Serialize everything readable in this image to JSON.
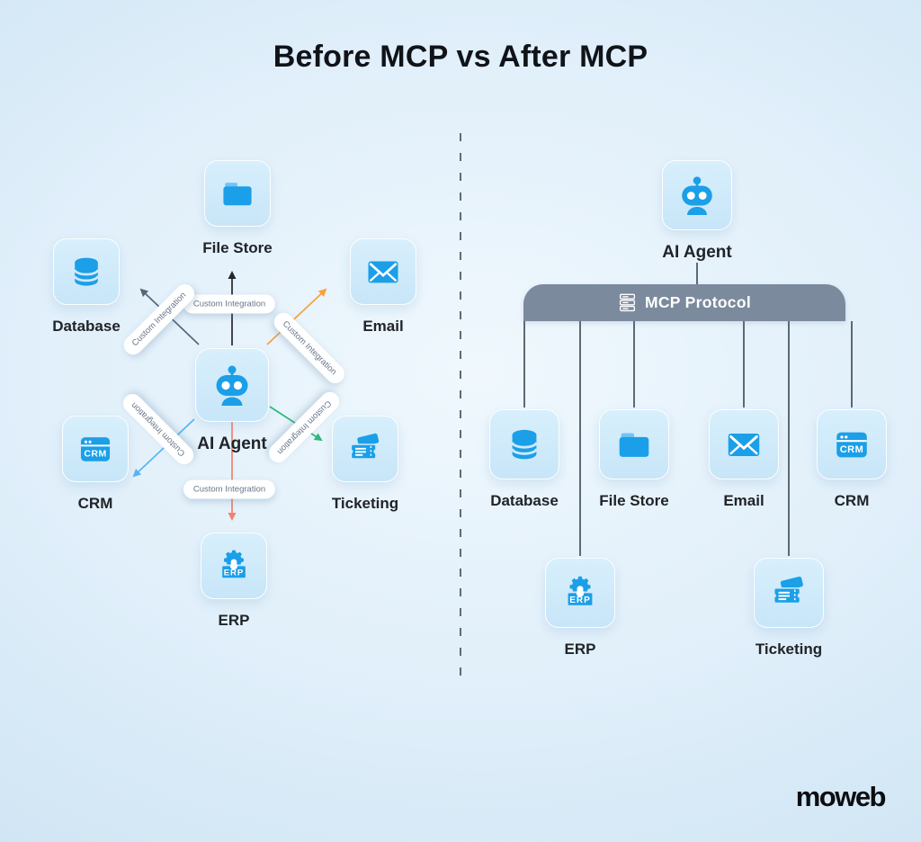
{
  "title": "Before MCP vs After MCP",
  "left_panel": {
    "agent": {
      "label": "AI Agent",
      "icon": "robot-icon"
    },
    "integration_label": "Custom Integration",
    "services": [
      {
        "id": "file-store",
        "label": "File Store",
        "icon": "folder-icon",
        "arrow_color": "#23272d",
        "direction": "up"
      },
      {
        "id": "database",
        "label": "Database",
        "icon": "database-icon",
        "arrow_color": "#55657a",
        "direction": "up-left"
      },
      {
        "id": "email",
        "label": "Email",
        "icon": "envelope-icon",
        "arrow_color": "#f5a23c",
        "direction": "up-right"
      },
      {
        "id": "crm",
        "label": "CRM",
        "icon": "browser-crm-icon",
        "arrow_color": "#55b6f3",
        "direction": "down-left"
      },
      {
        "id": "ticketing",
        "label": "Ticketing",
        "icon": "ticket-icon",
        "arrow_color": "#2fb877",
        "direction": "down-right"
      },
      {
        "id": "erp",
        "label": "ERP",
        "icon": "gear-erp-icon",
        "arrow_color": "#f4806c",
        "direction": "down"
      }
    ]
  },
  "right_panel": {
    "agent": {
      "label": "AI Agent",
      "icon": "robot-icon"
    },
    "protocol_bar": {
      "label": "MCP Protocol",
      "icon": "server-stack-icon",
      "color": "#7b8a9d"
    },
    "services": [
      {
        "id": "database",
        "label": "Database",
        "icon": "database-icon"
      },
      {
        "id": "file-store",
        "label": "File Store",
        "icon": "folder-icon"
      },
      {
        "id": "email",
        "label": "Email",
        "icon": "envelope-icon"
      },
      {
        "id": "crm",
        "label": "CRM",
        "icon": "browser-crm-icon"
      },
      {
        "id": "erp",
        "label": "ERP",
        "icon": "gear-erp-icon"
      },
      {
        "id": "ticketing",
        "label": "Ticketing",
        "icon": "ticket-icon"
      }
    ]
  },
  "branding": {
    "logo_text": "moweb"
  },
  "colors": {
    "background": "#ddecf7",
    "card": "#cfe9fa",
    "icon_blue": "#1b9fe8",
    "protocol_bar": "#7b8a9d",
    "text_dark": "#20242a",
    "pill_text": "#68768a"
  }
}
